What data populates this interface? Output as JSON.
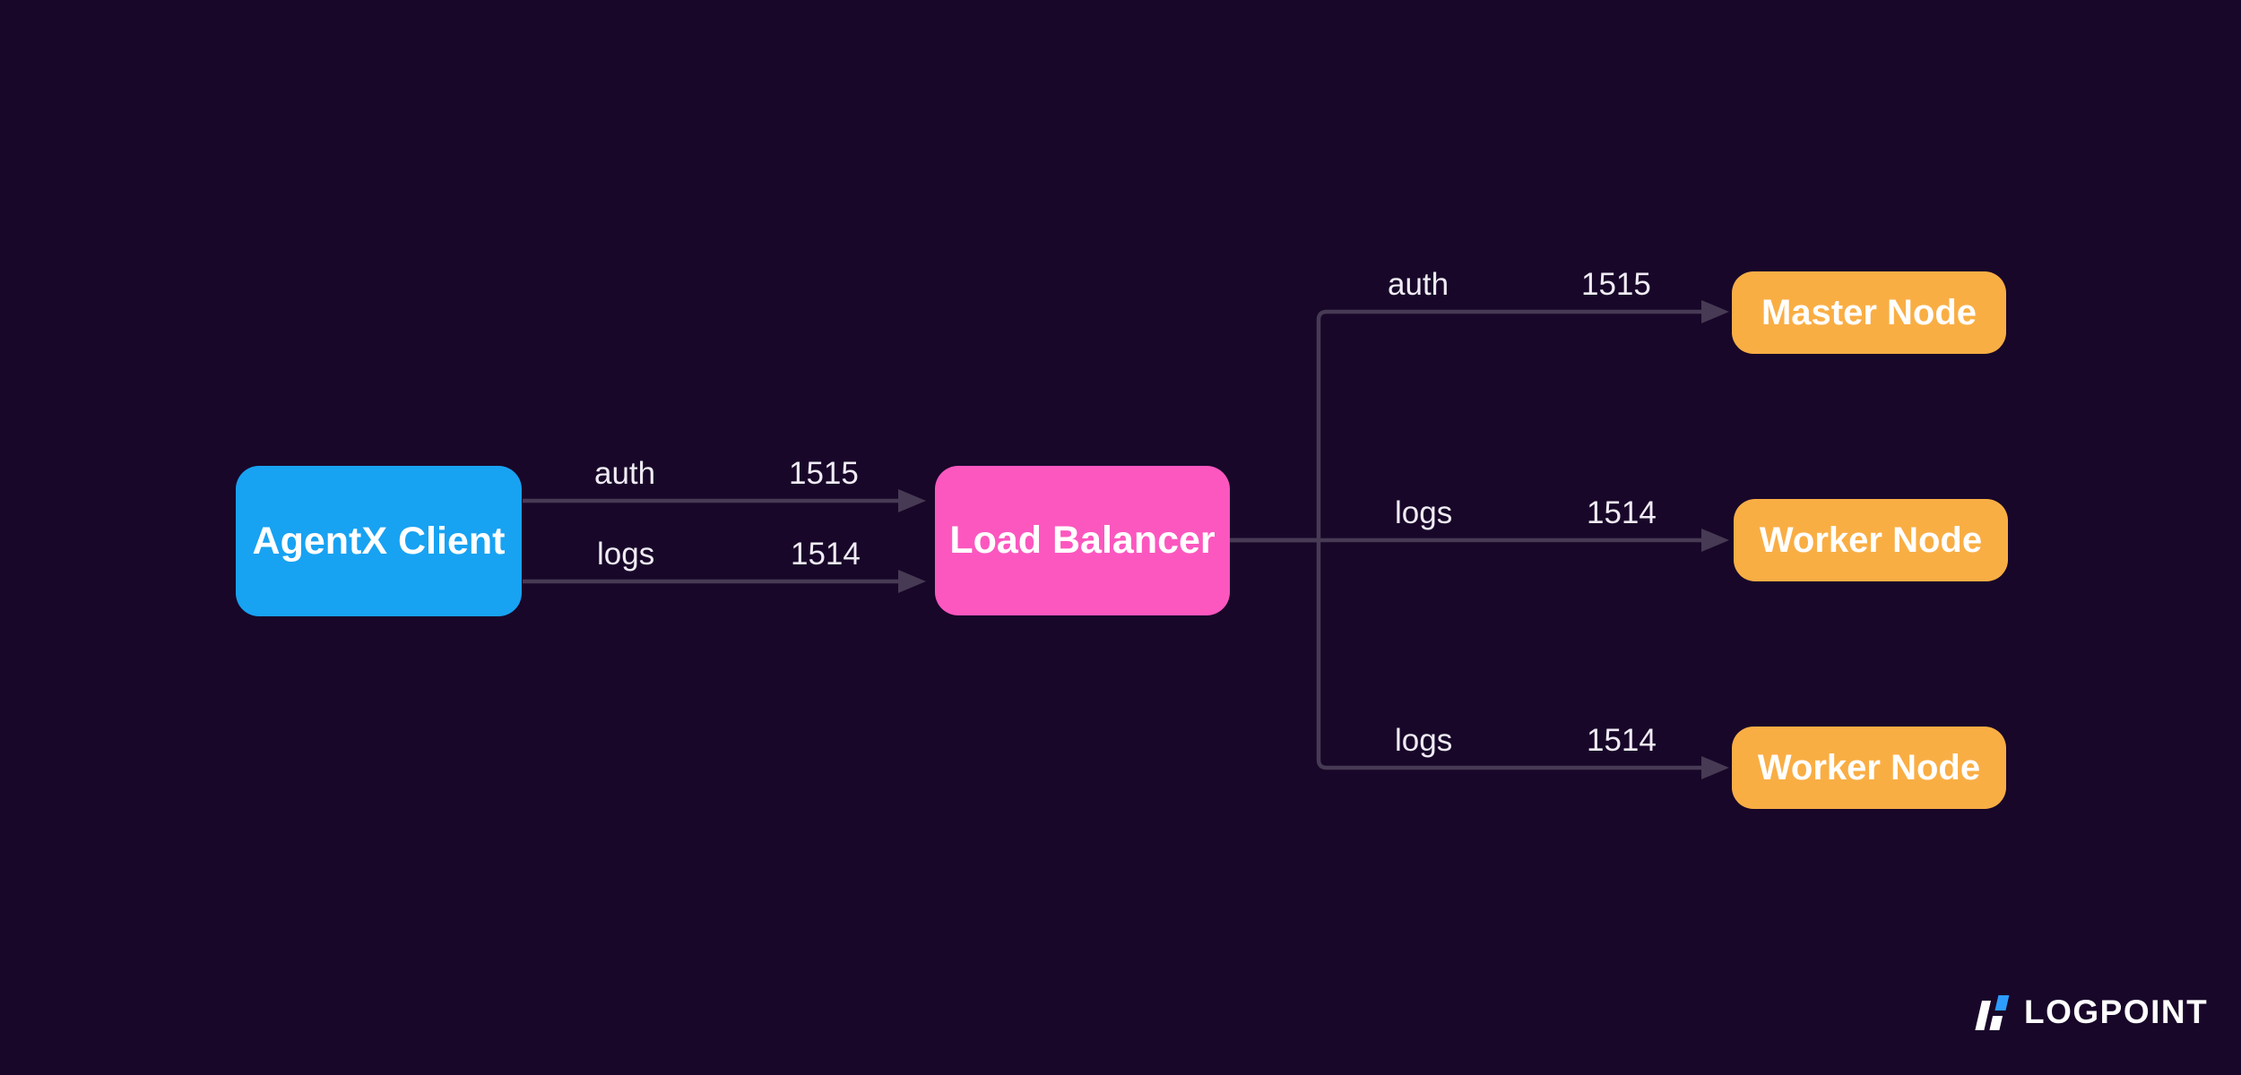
{
  "diagram": {
    "nodes": {
      "agentx": {
        "label": "AgentX Client",
        "color": "#18A2F2"
      },
      "load_balancer": {
        "label": "Load Balancer",
        "color": "#FC57BF"
      },
      "master": {
        "label": "Master Node",
        "color": "#F9AE44"
      },
      "worker1": {
        "label": "Worker Node",
        "color": "#F9AE44"
      },
      "worker2": {
        "label": "Worker Node",
        "color": "#F9AE44"
      }
    },
    "edges": [
      {
        "from": "AgentX Client",
        "to": "Load Balancer",
        "protocol": "auth",
        "port": "1515"
      },
      {
        "from": "AgentX Client",
        "to": "Load Balancer",
        "protocol": "logs",
        "port": "1514"
      },
      {
        "from": "Load Balancer",
        "to": "Master Node",
        "protocol": "auth",
        "port": "1515"
      },
      {
        "from": "Load Balancer",
        "to": "Worker Node",
        "protocol": "logs",
        "port": "1514"
      },
      {
        "from": "Load Balancer",
        "to": "Worker Node",
        "protocol": "logs",
        "port": "1514"
      }
    ],
    "colors": {
      "background": "#180729",
      "connector": "#473A54",
      "edge_label_text": "#EFEBF4",
      "node_text": "#FFFFFF",
      "logo_blue": "#2E9CFF",
      "logo_white": "#FFFFFF"
    }
  },
  "logo": {
    "text": "LOGPOINT",
    "icon": "logpoint-slashes-icon"
  }
}
